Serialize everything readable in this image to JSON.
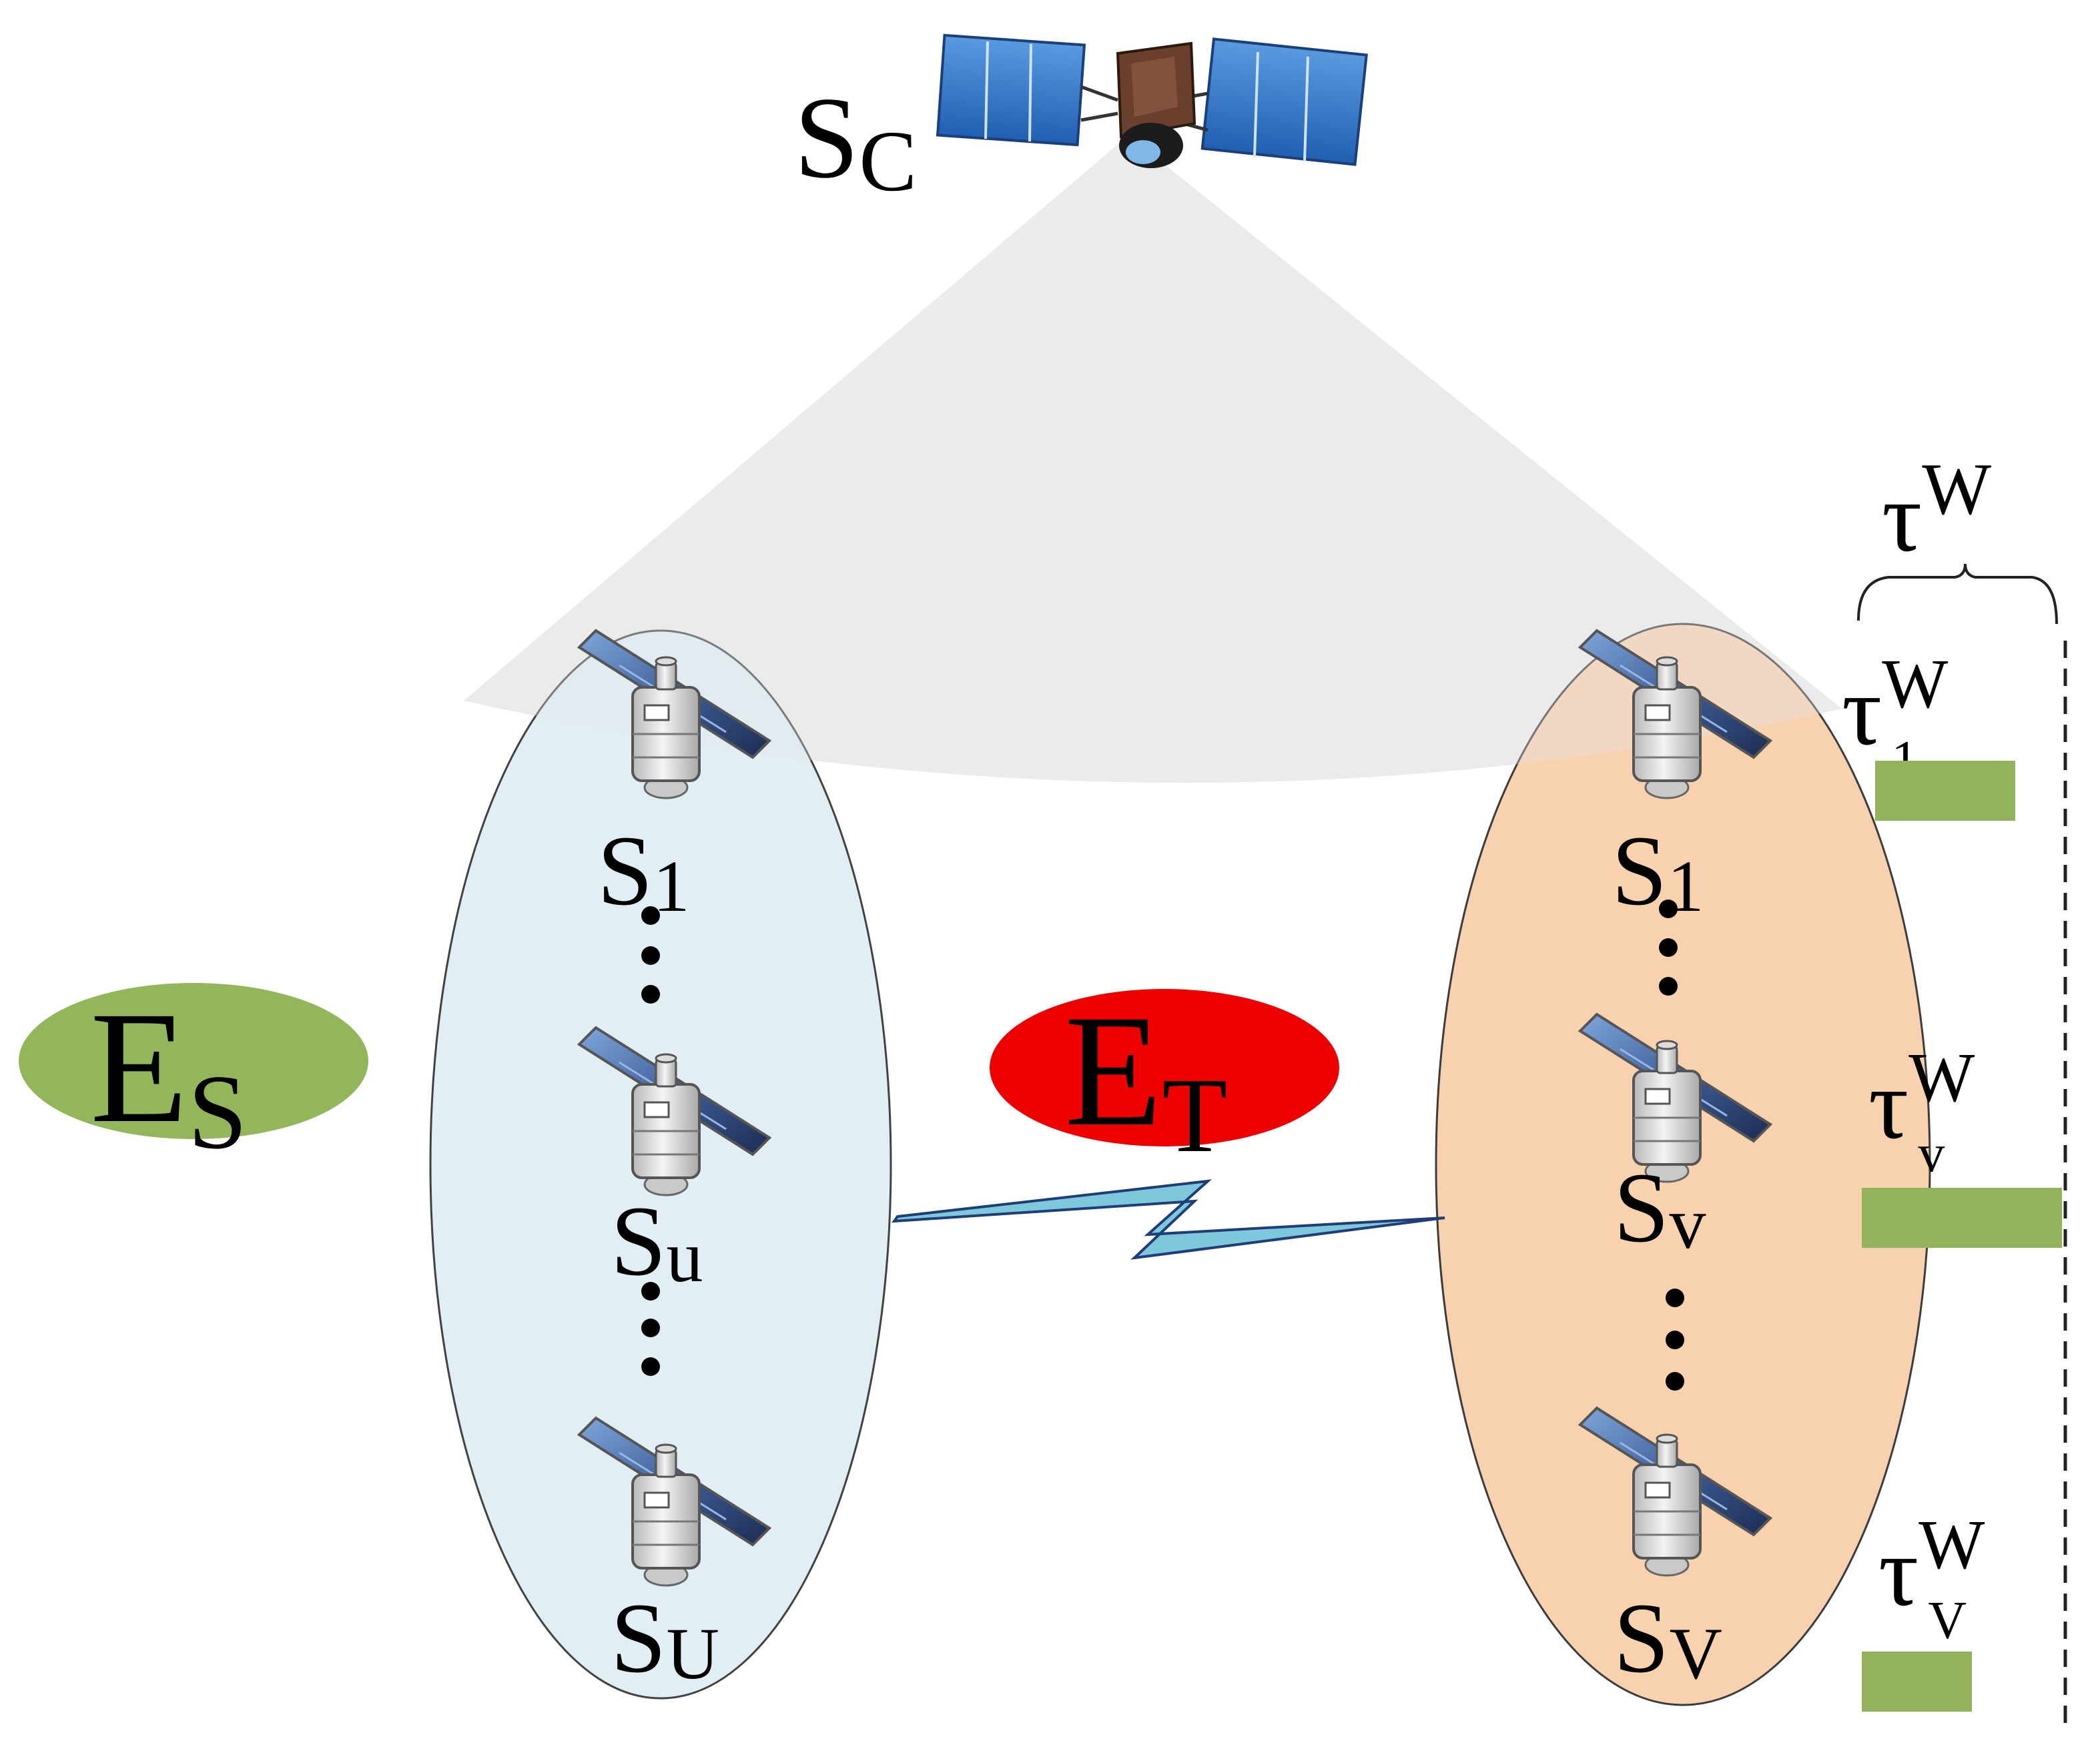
{
  "colors": {
    "cone": "#ececec",
    "source_cluster": "#dcedf3",
    "target_cluster": "#f8cba5",
    "source_badge": "#93b65a",
    "target_badge": "#ee0000",
    "timing_bar": "#92b35c",
    "link": "#7ec8dc",
    "sat_body": "#e6e6e6",
    "panel": "#3f5f9a"
  },
  "central": {
    "label": "S",
    "sub": "C",
    "icon": "central-satellite-icon"
  },
  "source_badge": {
    "label": "E",
    "sub": "S"
  },
  "target_badge": {
    "label": "E",
    "sub": "T"
  },
  "source_cluster": {
    "s1": {
      "label": "S",
      "sub": "1"
    },
    "su": {
      "label": "S",
      "sub": "u"
    },
    "sU": {
      "label": "S",
      "sub": "U"
    }
  },
  "target_cluster": {
    "s1": {
      "label": "S",
      "sub": "1"
    },
    "sv": {
      "label": "S",
      "sub": "v"
    },
    "sV": {
      "label": "S",
      "sub": "V"
    }
  },
  "window": {
    "label": "τ",
    "sup": "W"
  },
  "timing": [
    {
      "label": "τ",
      "sup": "W",
      "sub": "1",
      "fill": 0.7
    },
    {
      "label": "τ",
      "sup": "W",
      "sub": "v",
      "fill": 1.0
    },
    {
      "label": "τ",
      "sup": "W",
      "sub": "V",
      "fill": 0.55
    }
  ]
}
